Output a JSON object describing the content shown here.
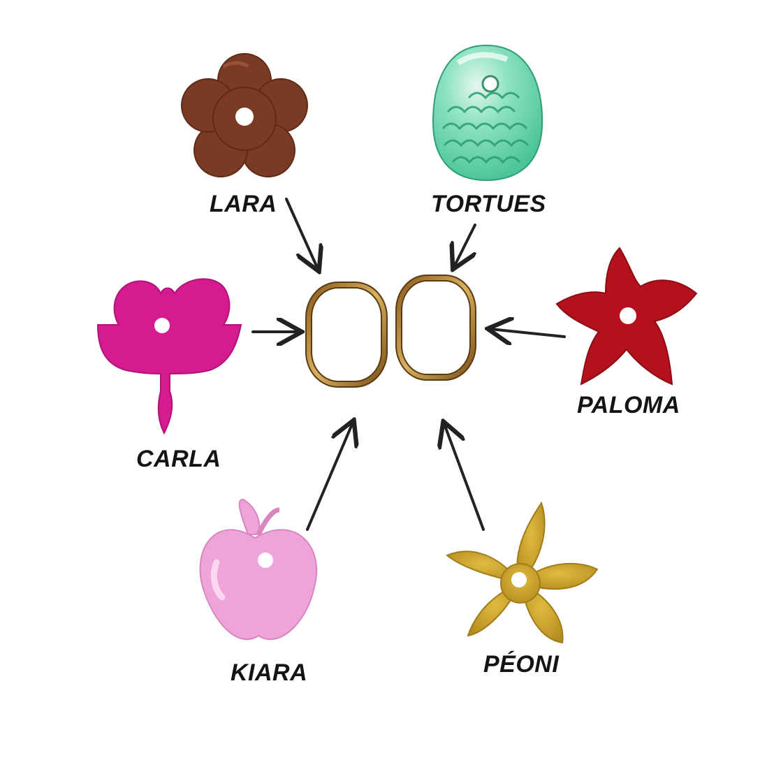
{
  "charms": [
    {
      "id": "lara",
      "label": "LARA",
      "shape": "five-petal-flower",
      "color": "#7a3a24"
    },
    {
      "id": "tortues",
      "label": "TORTUES",
      "shape": "turtle-shell",
      "color": "#5fd3a8"
    },
    {
      "id": "paloma",
      "label": "PALOMA",
      "shape": "star-flower",
      "color": "#b3111b"
    },
    {
      "id": "carla",
      "label": "CARLA",
      "shape": "bleeding-heart-flower",
      "color": "#d61a8f"
    },
    {
      "id": "kiara",
      "label": "KIARA",
      "shape": "apple",
      "color": "#eea4d9"
    },
    {
      "id": "peoni",
      "label": "PÉONI",
      "shape": "orchid-flower",
      "color": "#c9a22a"
    }
  ],
  "hoops": {
    "count": 2,
    "shape": "oval-hoop",
    "color": "#b8892f"
  }
}
